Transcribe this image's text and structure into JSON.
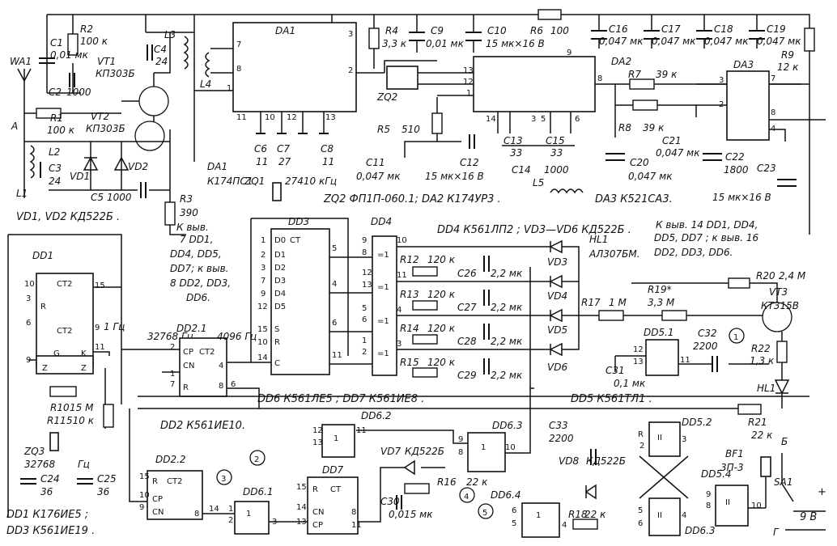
{
  "refs": {
    "wa1": "WA1",
    "a": "A",
    "c1": "C1",
    "c1v": "0,01 мк",
    "r2": "R2",
    "r2v": "100 к",
    "c2": "C2",
    "c2v": "1000",
    "r1": "R1",
    "r1v": "100 к",
    "vt1": "VT1",
    "vt1t": "КП303Б",
    "vt2": "VT2",
    "vt2t": "КП303Б",
    "l3": "L3",
    "c4": "C4",
    "c4v": "24",
    "l4": "L4",
    "l2": "L2",
    "c3": "C3",
    "c3v": "24",
    "vd1": "VD1",
    "vd2": "VD2",
    "l1": "L1",
    "c5": "C5",
    "c5v": "1000",
    "r3": "R3",
    "r3v": "390",
    "vd12": "VD1, VD2",
    "vd12t": "КД522Б",
    "da1": "DA1",
    "da1t": "К174ПС1",
    "c6": "C6",
    "c6v": "11",
    "c7": "C7",
    "c7v": "27",
    "c8": "C8",
    "c8v": "11",
    "zq1": "ZQ1",
    "zq1v": "27410 кГц",
    "r4": "R4",
    "r4v": "3,3 к",
    "c9": "C9",
    "c9v": "0,01 мк",
    "c10": "C10",
    "c10v": "15 мк×16 В",
    "r6": "R6",
    "r6v": "100",
    "c16": "C16",
    "c16v": "0,047 мк",
    "c17": "C17",
    "c17v": "0,047 мк",
    "c18": "C18",
    "c18v": "0,047 мк",
    "c19": "C19",
    "c19v": "0,047 мк",
    "r9": "R9",
    "r9v": "12 к",
    "da2": "DA2",
    "zq2": "ZQ2",
    "r5": "R5",
    "r5v": "510",
    "c11": "C11",
    "c11v": "0,047 мк",
    "c12": "C12",
    "c12v": "15 мк×16 В",
    "c13": "C13",
    "c13v": "33",
    "c15": "C15",
    "c15v": "33",
    "c14": "C14",
    "c14v": "1000",
    "l5": "L5",
    "r7": "R7",
    "r7v": "39 к",
    "r8": "R8",
    "r8v": "39 к",
    "c21": "C21",
    "c21v": "0,047 мк",
    "c20": "C20",
    "c20v": "0,047 мк",
    "c22": "C22",
    "c22v": "1800",
    "da3": "DA3",
    "c23": "C23",
    "c23v": "15 мк×16 В",
    "note_zq2": "ZQ2  ФП1П-060.1; DA2 К174УР3 .",
    "note_da3": "DA3 К521СА3.",
    "note_vdd": "VD1, VD2   КД522Б .",
    "note_k": [
      "К выв.",
      "7  DD1,",
      "DD4, DD5,",
      "DD7; к выв.",
      "8 DD2, DD3,",
      "DD6."
    ],
    "dd1": "DD1",
    "dd3": "DD3",
    "dd4": "DD4",
    "dd21": "DD2.1",
    "note_dd4": "DD4  К561ЛП2 ; VD3—VD6  КД522Б .",
    "note_k14": [
      "К выв. 14  DD1, DD4,",
      "DD5, DD7 ; к выв. 16",
      "DD2, DD3, DD6."
    ],
    "hl1": "HL1",
    "hl1t": "АЛ307БМ.",
    "r12": "R12",
    "r12v": "120 к",
    "r13": "R13",
    "r13v": "120 к",
    "r14": "R14",
    "r14v": "120 к",
    "r15": "R15",
    "r15v": "120 к",
    "c26": "C26",
    "c26v": "2,2 мк",
    "c27": "C27",
    "c27v": "2,2 мк",
    "c28": "C28",
    "c28v": "2,2 мк",
    "c29": "C29",
    "c29v": "2,2 мк",
    "vd3": "VD3",
    "vd4": "VD4",
    "vd5": "VD5",
    "vd6": "VD6",
    "r17": "R17",
    "r17v": "1 М",
    "r19": "R19*",
    "r19v": "3,3 М",
    "r20": "R20",
    "r20v": "2,4 М",
    "vt3": "VT3",
    "vt3t": "КТ315В",
    "dd51": "DD5.1",
    "c32": "C32",
    "c32v": "2200",
    "r22": "R22",
    "r22v": "1,3 к",
    "c31": "C31",
    "c31v": "0,1 мк",
    "hz32768": "32768 Гц",
    "hz1": "1 Гц",
    "hz4096": "4096 Гц",
    "r10": "R10",
    "r10v": "15 М",
    "r11": "R11",
    "r11v": "510 к",
    "zq3": "ZQ3",
    "zq3v": "32768",
    "gz": "Гц",
    "c24": "C24",
    "c24v": "36",
    "c25": "C25",
    "c25v": "36",
    "note_dd6": "DD6   К561ЛЕ5 ;  DD7   К561ИЕ8 .",
    "note_dd5": "DD5   К561ТЛ1 .",
    "note_dd2": "DD2    К561ИЕ10.",
    "dd62": "DD6.2",
    "vd7": "VD7",
    "vd7t": "КД522Б",
    "dd63a": "DD6.3",
    "dd52": "DD5.2",
    "dd22": "DD2.2",
    "dd7": "DD7",
    "dd61": "DD6.1",
    "c30": "C30",
    "c30v": "0,015 мк",
    "r16": "R16",
    "r16v": "22 к",
    "c33": "C33",
    "c33v": "2200",
    "vd8": "VD8",
    "vd8t": "КД522Б",
    "dd64": "DD6.4",
    "r18": "R18",
    "r18v": "22 к",
    "dd63b": "DD6.3",
    "r21": "R21",
    "r21v": "22 к",
    "bf1": "BF1",
    "bf1t": "3П-3",
    "dd54": "DD5.4",
    "sa1": "SA1",
    "plus": "+",
    "v9": "9 В",
    "b": "Б",
    "g": "Г",
    "foot1": "DD1  К176ИЕ5 ;",
    "foot2": "DD3  К561ИЕ19 ."
  },
  "markers": [
    "1",
    "2",
    "3",
    "4",
    "5"
  ]
}
